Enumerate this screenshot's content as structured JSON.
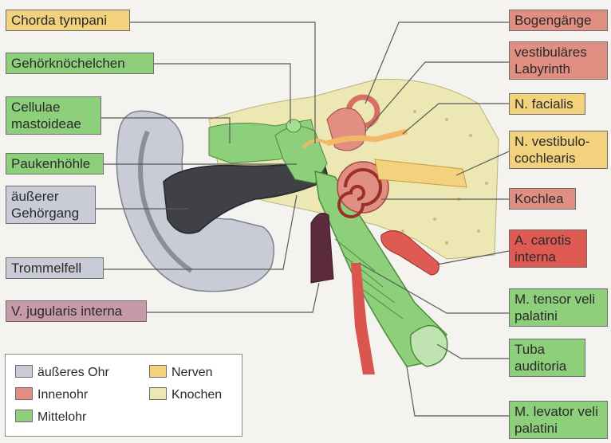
{
  "colors": {
    "nerve": "#f3d27e",
    "inner": "#e08f82",
    "middle": "#8ecf7b",
    "outer": "#c9ccd6",
    "bone": "#ece7b3",
    "carotis": "#de5a52"
  },
  "labels": {
    "chorda_tympani": "Chorda tympani",
    "gehoerknoechelchen": "Gehörknöchelchen",
    "cellulae_mastoideae": "Cellulae\nmastoideae",
    "paukenhoehle": "Paukenhöhle",
    "aeusserer_gehoergang": "äußerer\nGehörgang",
    "trommelfell": "Trommelfell",
    "v_jugularis": "V. jugularis interna",
    "bogengaenge": "Bogengänge",
    "vestibulaeres_labyrinth": "vestibuläres\nLabyrinth",
    "n_facialis": "N. facialis",
    "n_vestibulocochlearis": "N. vestibulo-\ncochlearis",
    "kochlea": "Kochlea",
    "a_carotis": "A. carotis\ninterna",
    "m_tensor": "M. tensor veli\npalatini",
    "tuba": "Tuba\nauditoria",
    "m_levator": "M. levator veli\npalatini"
  },
  "legend": {
    "aeusseres_ohr": "äußeres Ohr",
    "innenohr": "Innenohr",
    "mittelohr": "Mittelohr",
    "nerven": "Nerven",
    "knochen": "Knochen"
  }
}
